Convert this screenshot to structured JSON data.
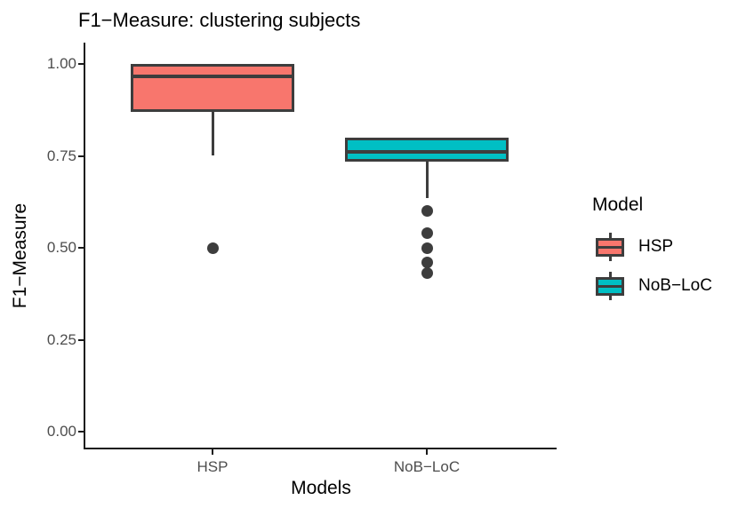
{
  "chart_data": {
    "type": "box",
    "title": "F1−Measure: clustering subjects",
    "xlabel": "Models",
    "ylabel": "F1−Measure",
    "legend_title": "Model",
    "legend_position": "right",
    "grid": false,
    "ylim": [
      0.0,
      1.03
    ],
    "ytick_labels": [
      "0.00",
      "0.25",
      "0.50",
      "0.75",
      "1.00"
    ],
    "ytick_values": [
      0.0,
      0.25,
      0.5,
      0.75,
      1.0
    ],
    "categories": [
      "HSP",
      "NoB−LoC"
    ],
    "colors": {
      "HSP": "#F8766D",
      "NoB−LoC": "#00BFC4",
      "outline": "#3d3d3d",
      "outlier": "#3d3d3d",
      "axis": "#1a1a1a",
      "tick_text": "#4d4d4d",
      "background": "#ffffff"
    },
    "boxes": [
      {
        "name": "HSP",
        "color": "#F8766D",
        "lower_whisker": 0.75,
        "q1": 0.87,
        "median": 0.965,
        "q3": 1.0,
        "upper_whisker": 1.0,
        "outliers": [
          0.5
        ]
      },
      {
        "name": "NoB−LoC",
        "color": "#00BFC4",
        "lower_whisker": 0.635,
        "q1": 0.735,
        "median": 0.76,
        "q3": 0.8,
        "upper_whisker": 0.8,
        "outliers": [
          0.6,
          0.54,
          0.5,
          0.46,
          0.43
        ]
      }
    ],
    "legend_entries": [
      {
        "label": "HSP",
        "color": "#F8766D"
      },
      {
        "label": "NoB−LoC",
        "color": "#00BFC4"
      }
    ]
  }
}
